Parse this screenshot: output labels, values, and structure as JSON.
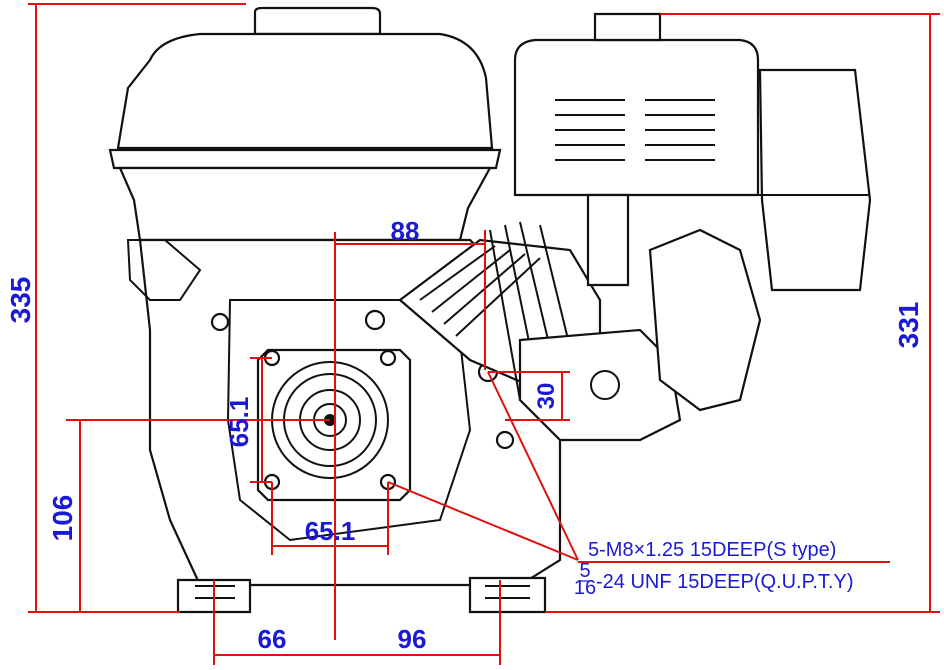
{
  "dimensions": {
    "overall_height": "335",
    "right_height": "331",
    "top_offset": "88",
    "pcd_vertical": "65.1",
    "pcd_horizontal": "65.1",
    "cyl_offset": "30",
    "shaft_height": "106",
    "base_left": "66",
    "base_right": "96"
  },
  "notes": {
    "line1": "5-M8×1.25 15DEEP(S type)",
    "fraction_num": "5",
    "fraction_den": "16",
    "line2": "-24 UNF 15DEEP(Q.U.P.T.Y)"
  },
  "colors": {
    "dimension_line": "#e01010",
    "dimension_text": "#1a1ad6",
    "drawing": "#111111"
  }
}
